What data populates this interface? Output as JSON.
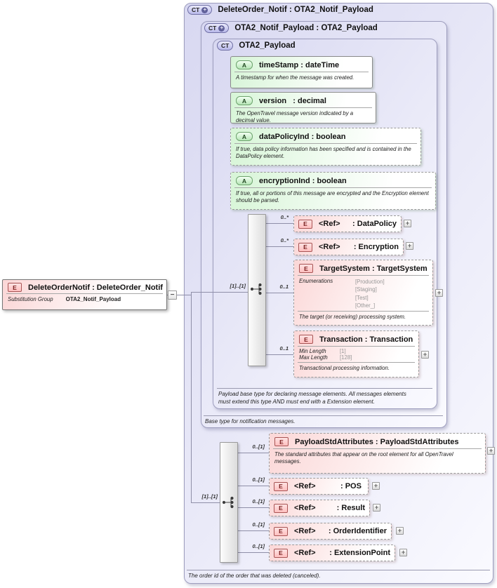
{
  "symbols": {
    "plus": "+",
    "minus": "−"
  },
  "colors": {
    "container_lavender": "#d8d8f1",
    "attribute_green": "#d7f5d7",
    "element_pink": "#fbd7d7",
    "border_gray": "#9a9a9a"
  },
  "global_element": {
    "badge": "E",
    "title": "DeleteOrderNotif : DeleteOrder_Notif",
    "sub_label": "Substitution Group",
    "sub_value": "OTA2_Notif_Payload"
  },
  "root_box": {
    "badge": "CT",
    "title": "DeleteOrder_Notif : OTA2_Notif_Payload",
    "footer_note": "The order id of the order that was deleted (canceled)."
  },
  "notif_box": {
    "badge": "CT",
    "title": "OTA2_Notif_Payload : OTA2_Payload",
    "footer_note": "Base type for notification messages."
  },
  "payload_box": {
    "badge": "CT",
    "title": "OTA2_Payload",
    "footer_note": "Payload base type for declaring message elements. All messages elements must extend this type AND must end with a Extension element."
  },
  "attributes": [
    {
      "badge": "A",
      "label": "timeStamp : dateTime",
      "note": "A timestamp for when the message was created."
    },
    {
      "badge": "A",
      "label": "version   : decimal",
      "note": "The OpenTravel message version indicated by a decimal value."
    },
    {
      "badge": "A",
      "label": "dataPolicyInd : boolean",
      "note": "If true, data policy information has been specified and is contained in the DataPolicy element."
    },
    {
      "badge": "A",
      "label": "encryptionInd : boolean",
      "note": "If true, all or portions of this message are encrypted and the Encryption element should be parsed."
    }
  ],
  "payload_group": {
    "cardinality": "[1]..[1]",
    "items": [
      {
        "card": "0..*",
        "badge": "E",
        "name": "<Ref>",
        "type": ": DataPolicy"
      },
      {
        "card": "0..*",
        "badge": "E",
        "name": "<Ref>",
        "type": ": Encryption"
      },
      {
        "card": "0..1",
        "badge": "E",
        "title": "TargetSystem : TargetSystem",
        "facet_label": "Enumerations",
        "enums": [
          "[Production]",
          "[Staging]",
          "[Test]",
          "[Other_]"
        ],
        "note": "The target (or receiving) processing system."
      },
      {
        "card": "0..1",
        "badge": "E",
        "title": "Transaction : Transaction",
        "facets": [
          {
            "label": "Min Length",
            "value": "[1]"
          },
          {
            "label": "Max Length",
            "value": "[128]"
          }
        ],
        "note": "Transactional processing information."
      }
    ]
  },
  "notif_group": {
    "cardinality": "[1]..[1]",
    "items": [
      {
        "card": "0..[1]",
        "badge": "E",
        "title": "PayloadStdAttributes : PayloadStdAttributes",
        "note": "The standard attributes that appear on the root element for all OpenTravel messages."
      },
      {
        "card": "0..[1]",
        "badge": "E",
        "name": "<Ref>",
        "type": ": POS"
      },
      {
        "card": "0..[1]",
        "badge": "E",
        "name": "<Ref>",
        "type": ": Result"
      },
      {
        "card": "0..[1]",
        "badge": "E",
        "name": "<Ref>",
        "type": ": OrderIdentifier"
      },
      {
        "card": "0..[1]",
        "badge": "E",
        "name": "<Ref>",
        "type": ": ExtensionPoint"
      }
    ]
  }
}
